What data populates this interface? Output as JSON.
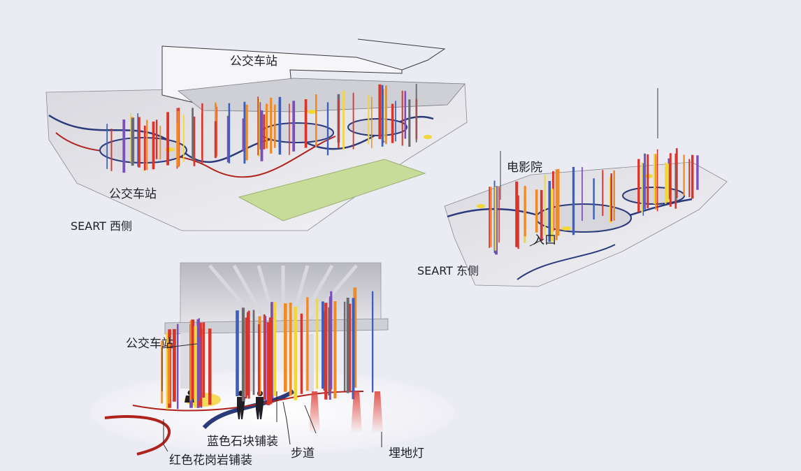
{
  "labels": {
    "bus_station_top": "公交车站",
    "bus_station_left": "公交车站",
    "seart_west": "SEART 西侧",
    "cinema": "电影院",
    "entrance": "入口",
    "seart_east": "SEART 东侧",
    "bus_station_bottom": "公交车站",
    "blue_stone_paving": "蓝色石块铺装",
    "red_granite_paving": "红色花岗岩铺装",
    "walkway": "步道",
    "ground_light": "埋地灯"
  },
  "colors": {
    "red": "#d8352b",
    "orange": "#f08a24",
    "yellow": "#f2d63a",
    "blue": "#3a5fbf",
    "purple": "#7a4fb8",
    "dark_grey": "#6a6a70",
    "green_path": "#c8dc9a",
    "curve_red": "#b0221c",
    "curve_navy": "#2a3a7a"
  }
}
